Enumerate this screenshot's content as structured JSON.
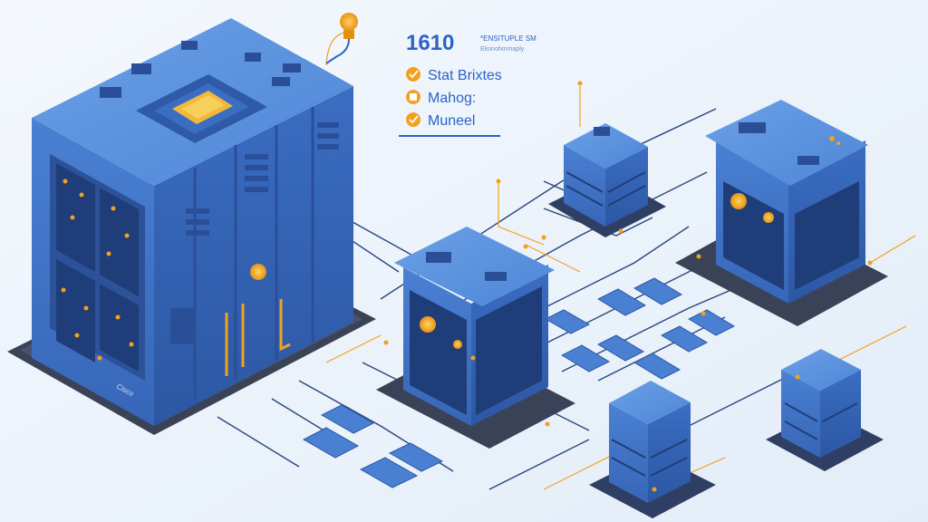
{
  "info_panel": {
    "number": "1610",
    "heading_small": "*ENSITUPLE SM",
    "subheading_small": "Ekonohmmaply",
    "items": [
      {
        "label": "Stat Brixtes",
        "icon": "check-badge-icon"
      },
      {
        "label": "Mahog:",
        "icon": "gear-badge-icon"
      },
      {
        "label": "Muneel",
        "icon": "check-badge-icon"
      }
    ]
  },
  "large_server_label": "Cisco",
  "colors": {
    "background": "#eef4fb",
    "server_front": "#3e74c9",
    "server_side": "#2f5aa8",
    "server_top": "#5b93e0",
    "accent": "#f2a11f",
    "panel_text": "#2b63c6",
    "trace": "#27457d"
  }
}
